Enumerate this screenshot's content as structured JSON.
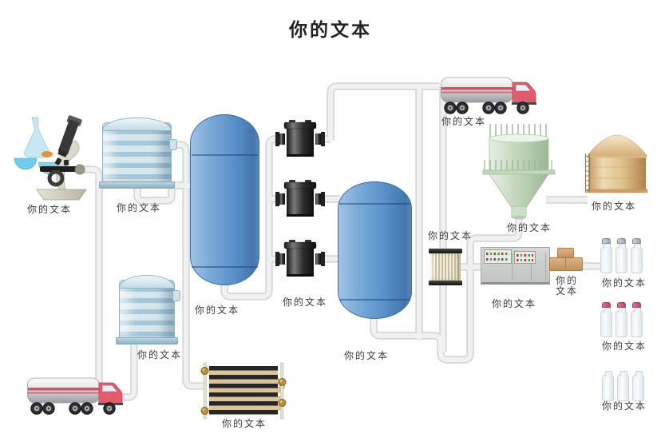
{
  "title": "你的文本",
  "labels": {
    "lab_station": "你的文本",
    "storage_tank_top": "你的文本",
    "storage_tank_bottom": "你的文本",
    "vessel_1": "你的文本",
    "strainer_bank": "你的文本",
    "vessel_2": "你的文本",
    "tanker_truck": "你的文本",
    "bag_hopper": "你的文本",
    "silo": "你的文本",
    "cartridge_filter": "你的文本",
    "control_panel": "你的文本",
    "press_machine": "你的文本",
    "bottles_silver": "你的文本",
    "bottles_pink": "你的文本",
    "bottles_plain": "你的文本",
    "heat_exchanger": "你的文本"
  },
  "colors": {
    "pipe": "#e9e9e9",
    "vessel_blue": "#5b8fc9",
    "tank_stripe_blue": "#aecfde",
    "hopper_green": "#c2d7bc",
    "silo_tan": "#dfc18c",
    "truck_red": "#e25c6e",
    "strainer_black": "#2e2e2e",
    "panel_gray": "#ccd0cc",
    "machine_tan": "#d2a376",
    "cap_silver": "#b4b9bf",
    "cap_pink": "#c75d7b"
  }
}
